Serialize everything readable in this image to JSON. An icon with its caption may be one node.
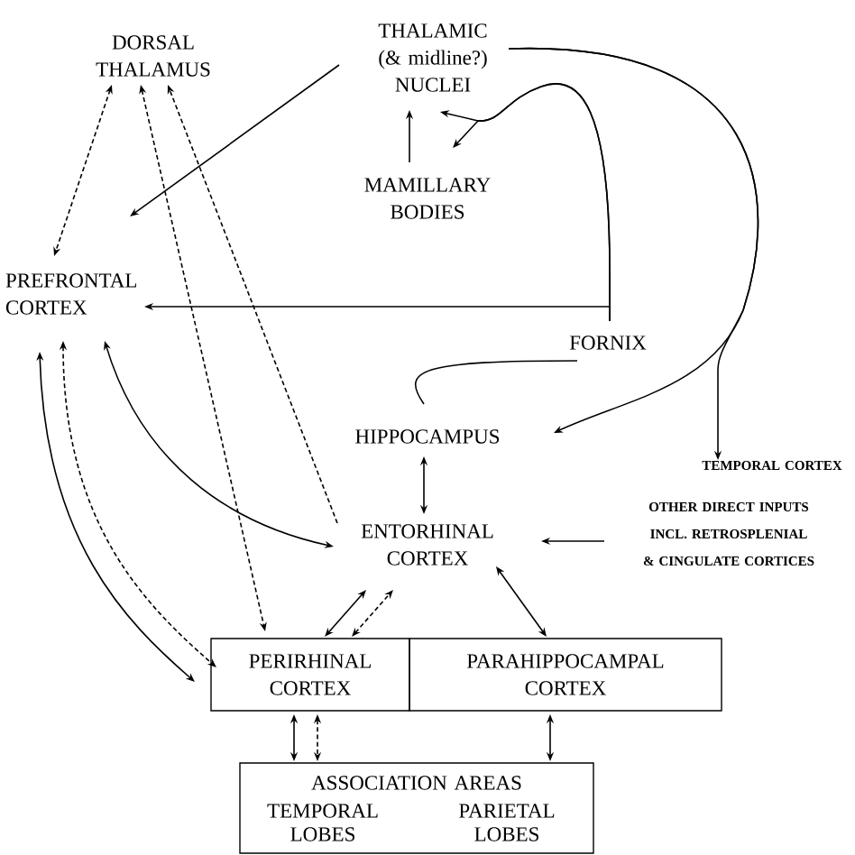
{
  "diagram": {
    "nodes": [
      {
        "text": [
          "DORSAL THALAMUS"
        ]
      },
      {
        "text": [
          "THALAMIC (& midline?) NUCLEI"
        ]
      },
      {
        "text": [
          "MAMILLARY BODIES"
        ]
      },
      {
        "text": [
          "PREFRONTAL CORTEX"
        ]
      },
      {
        "text": [
          "FORNIX"
        ]
      },
      {
        "text": [
          "HIPPOCAMPUS"
        ]
      },
      {
        "text": [
          "TEMPORAL CORTEX"
        ]
      },
      {
        "text": [
          "OTHER DIRECT INPUTS INCL. RETROSPLENIAL & CINGULATE CORTICES"
        ]
      },
      {
        "text": [
          "ENTORHINAL CORTEX"
        ]
      },
      {
        "text": [
          "PERIRHINAL CORTEX"
        ]
      },
      {
        "text": [
          "PARAHIPPOCAMPAL CORTEX"
        ]
      },
      {
        "text": [
          "ASSOCIATION AREAS",
          "TEMPORAL LOBES",
          "PARIETAL LOBES"
        ]
      }
    ],
    "edges": [
      {
        "from": 0,
        "to": 3,
        "arrow": "both",
        "style": "dashed"
      },
      {
        "from": 0,
        "to": 9,
        "arrow": "both",
        "style": "dashed"
      },
      {
        "from": 8,
        "to": 0,
        "arrow": "to",
        "style": "dashed"
      },
      {
        "from": 1,
        "to": 3,
        "arrow": "to"
      },
      {
        "from": 2,
        "to": 1,
        "arrow": "to"
      },
      {
        "from": 1,
        "to": 5,
        "arrow": "to"
      },
      {
        "from": 1,
        "to": 6,
        "arrow": "to"
      },
      {
        "from": 5,
        "to": 4,
        "arrow": "none"
      },
      {
        "from": 4,
        "to": 3,
        "arrow": "to"
      },
      {
        "from": 4,
        "to": 1,
        "arrow": "to"
      },
      {
        "from": 4,
        "to": 2,
        "arrow": "to"
      },
      {
        "from": 5,
        "to": 8,
        "arrow": "both"
      },
      {
        "from": 7,
        "to": 8,
        "arrow": "to"
      },
      {
        "from": 3,
        "to": 8,
        "arrow": "both"
      },
      {
        "from": 3,
        "to": 9,
        "arrow": "both"
      },
      {
        "from": 3,
        "to": 9,
        "arrow": "both",
        "style": "dashed"
      },
      {
        "from": 8,
        "to": 9,
        "arrow": "both"
      },
      {
        "from": 8,
        "to": 9,
        "arrow": "both",
        "style": "dashed"
      },
      {
        "from": 8,
        "to": 10,
        "arrow": "both"
      },
      {
        "from": 9,
        "to": 11,
        "arrow": "both"
      },
      {
        "from": 9,
        "to": 11,
        "arrow": "both",
        "style": "dashed"
      },
      {
        "from": 10,
        "to": 11,
        "arrow": "both"
      }
    ]
  }
}
